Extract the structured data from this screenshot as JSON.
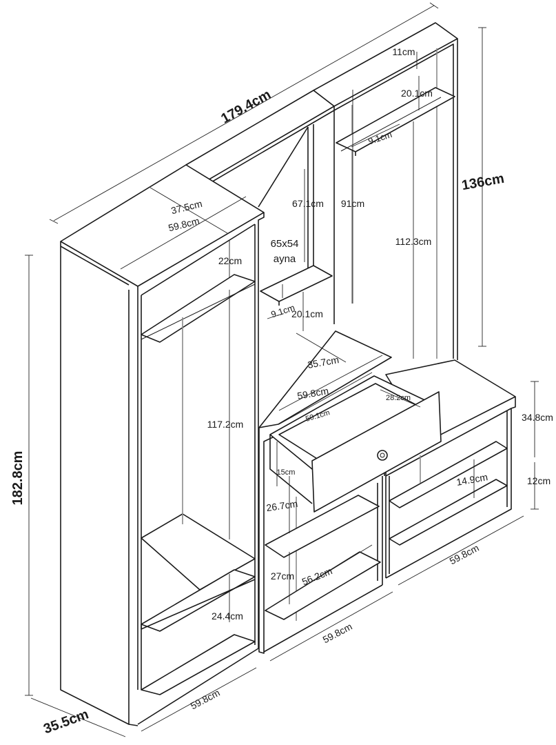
{
  "dimensions": {
    "total_width": "179.4cm",
    "total_height": "182.8cm",
    "depth": "35.5cm",
    "center_height": "136cm",
    "left_top_depth": "37.5cm",
    "left_top_width": "59.8cm",
    "left_top_shelf_height": "22cm",
    "left_hanging_height": "117.2cm",
    "left_bottom_shelf_height": "24.4cm",
    "left_bottom_width": "59.8cm",
    "mirror_height": "67.1cm",
    "mirror_size": "65x54",
    "mirror_label": "ayna",
    "mirror_shelf_depth": "9.1cm",
    "mirror_shelf_gap": "20.1cm",
    "desk_depth": "35.7cm",
    "desk_width": "59.8cm",
    "drawer_depth": "28.2cm",
    "drawer_width": "50.1cm",
    "drawer_height": "15cm",
    "middle_upper_gap": "26.7cm",
    "middle_lower_gap": "27cm",
    "middle_shelf_width": "56.2cm",
    "middle_bottom_width": "59.8cm",
    "right_top_gap": "11cm",
    "right_top_shelf": "20.1cm",
    "right_top_shelf_depth": "9.1cm",
    "right_panel_height": "91cm",
    "right_hanging_height": "112.3cm",
    "bench_height": "34.8cm",
    "bench_upper_gap": "14.9cm",
    "bench_lower_gap": "12cm",
    "bench_width": "59.8cm"
  }
}
